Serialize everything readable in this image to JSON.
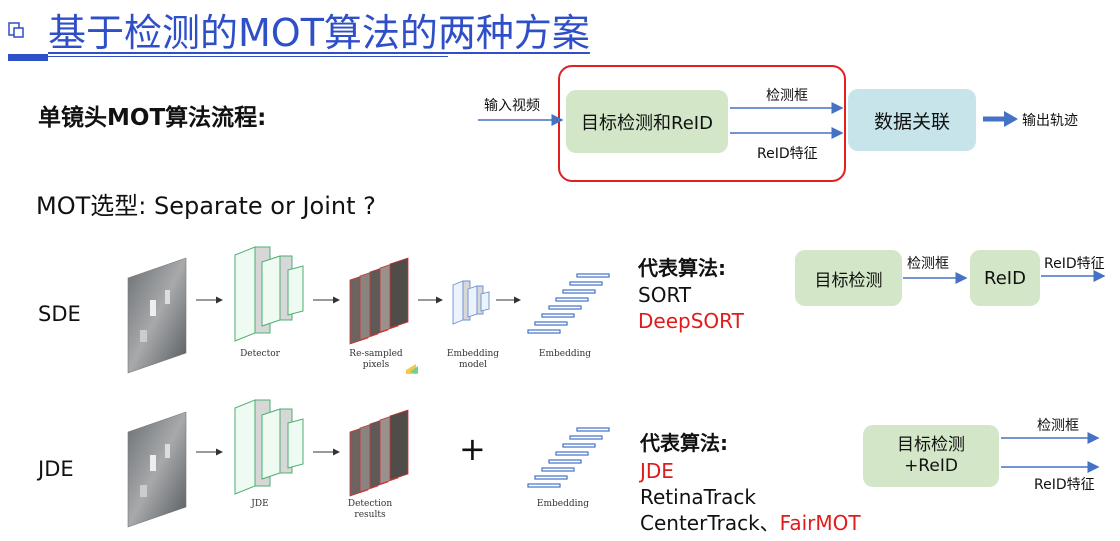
{
  "title": "基于检测的MOT算法的两种方案",
  "pipeline": {
    "heading": "单镜头MOT算法流程:",
    "input_label": "输入视频",
    "detect_box": "目标检测和ReID",
    "top_label": "检测框",
    "bottom_label": "ReID特征",
    "assoc_box": "数据关联",
    "output_label": "输出轨迹"
  },
  "selection_heading": "MOT选型: Separate  or Joint ?",
  "sde": {
    "label": "SDE",
    "captions": [
      "Detector",
      "Re-sampled\npixels",
      "Embedding\nmodel",
      "Embedding"
    ],
    "algo_heading": "代表算法:",
    "algos": [
      "SORT",
      "DeepSORT"
    ],
    "flow_detect": "目标检测",
    "flow_mid_label": "检测框",
    "flow_reid": "ReID",
    "flow_out_label": "ReID特征"
  },
  "jde": {
    "label": "JDE",
    "captions": [
      "JDE",
      "Detection\nresults",
      "Embedding"
    ],
    "plus": "+",
    "algo_heading": "代表算法:",
    "algo_jde": "JDE",
    "algo_retina": "RetinaTrack",
    "algo_center": "CenterTrack、",
    "algo_fair": "FairMOT",
    "flow_box_line1": "目标检测",
    "flow_box_line2": "+ReID",
    "flow_top_label": "检测框",
    "flow_bottom_label": "ReID特征"
  },
  "colors": {
    "title_blue": "#2f4fc9",
    "arrow_blue": "#4472c4",
    "highlight_red": "#e01b1b",
    "box_green": "#d3e7c8",
    "box_teal": "#c6e4ea"
  }
}
